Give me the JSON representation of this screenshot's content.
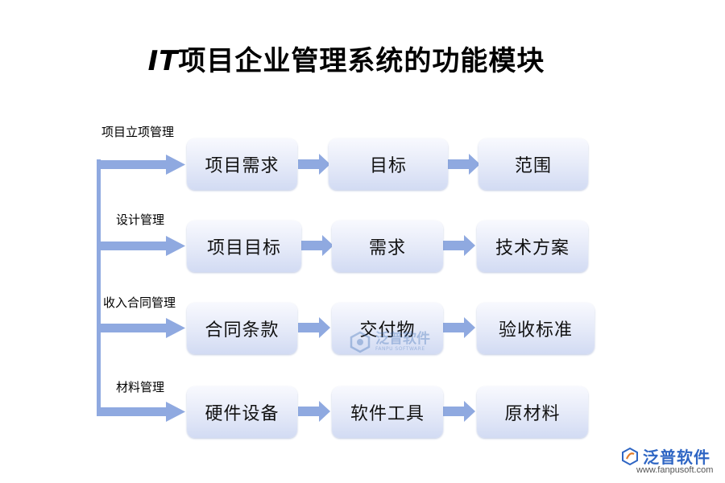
{
  "title": {
    "prefix": "IT",
    "text": "项目企业管理系统的功能模块"
  },
  "sections": [
    {
      "label": "项目立项管理",
      "boxes": [
        "项目需求",
        "目标",
        "范围"
      ]
    },
    {
      "label": "设计管理",
      "boxes": [
        "项目目标",
        "需求",
        "技术方案"
      ]
    },
    {
      "label": "收入合同管理",
      "boxes": [
        "合同条款",
        "交付物",
        "验收标准"
      ]
    },
    {
      "label": "材料管理",
      "boxes": [
        "硬件设备",
        "软件工具",
        "原材料"
      ]
    }
  ],
  "watermark": {
    "text": "泛普软件",
    "sub": "FANPU SOFTWARE"
  },
  "logo": {
    "text": "泛普软件",
    "url": "www.fanpusoft.com"
  },
  "colors": {
    "arrow": "#8fa9e0",
    "box_top": "#f8f9fe",
    "box_bottom": "#d2dbf3",
    "logo": "#2f66c4"
  }
}
